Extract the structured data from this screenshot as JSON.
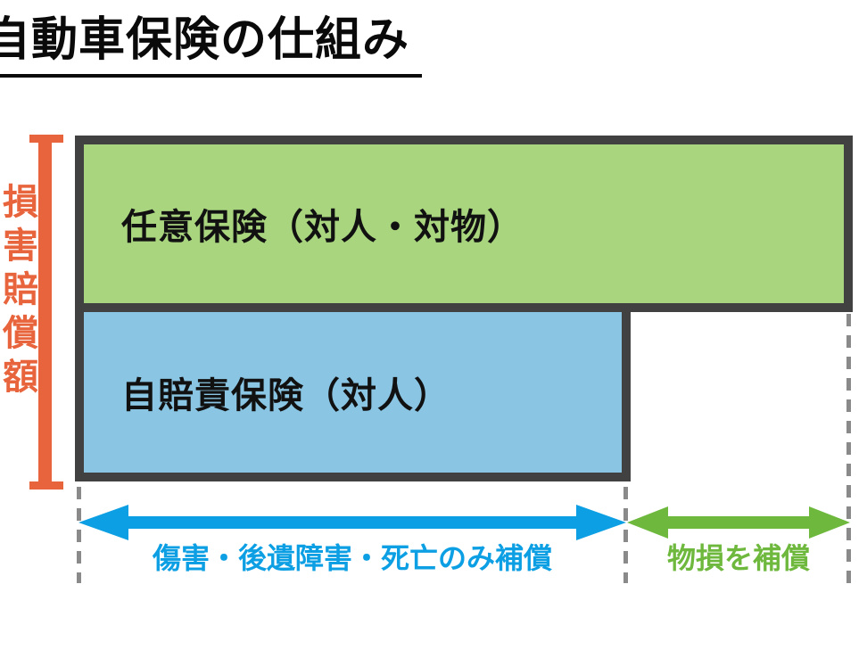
{
  "title": {
    "text": "自動車保険の仕組み"
  },
  "left_axis": {
    "label": "損害賠償額",
    "bracket_color": "#e8643c"
  },
  "boxes": {
    "voluntary": {
      "label": "任意保険（対人・対物）",
      "fill": "#a8d57e",
      "border": "#414141"
    },
    "compulsory": {
      "label": "自賠責保険（対人）",
      "fill": "#8ac6e4",
      "border": "#414141"
    }
  },
  "ranges": {
    "personal": {
      "label": "傷害・後遺障害・死亡のみ補償",
      "arrow_color": "#0d9fe3"
    },
    "property": {
      "label": "物損を補償",
      "arrow_color": "#6eb83d"
    }
  },
  "guides": {
    "dash_color": "#8a8a8a"
  }
}
